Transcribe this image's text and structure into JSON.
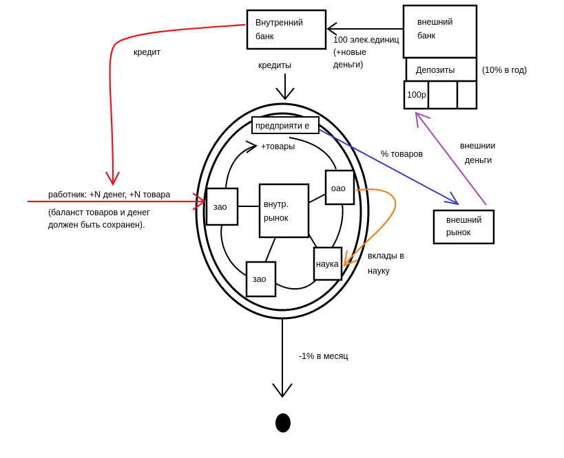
{
  "nodes": {
    "internal_bank": [
      "Внутренний",
      "банк"
    ],
    "external_bank": [
      "внешний",
      "банк"
    ],
    "deposits": "Депозиты",
    "deposit_cell": "100р",
    "enterprise": "предприяти е",
    "external_market": [
      "внешний",
      "рынок"
    ],
    "internal_market": [
      "внутр.",
      "рынок"
    ],
    "zao_left": "зао",
    "zao_bottom": "зао",
    "oao": "оао",
    "science": "наука"
  },
  "labels": {
    "credit": "кредит",
    "credits": "кредиты",
    "emission": [
      "100 элек.единиц",
      "(+новые",
      "деньги)"
    ],
    "deposit_rate": "(10% в год)",
    "goods_plus": "+товары",
    "goods_percent": "% товаров",
    "external_money": [
      "внешнии",
      "деньги"
    ],
    "worker": [
      "работник: +N денег, +N товара",
      "(баланст товаров и денег",
      "должен быть сохранен)."
    ],
    "science_deposits": [
      "вклады в",
      "науку"
    ],
    "decay": "-1% в месяц"
  },
  "colors": {
    "credit_arrow": "#e8141c",
    "goods_arrow": "#3c3cc8",
    "money_arrow": "#a04ab4",
    "science_arrow": "#f0821e"
  }
}
